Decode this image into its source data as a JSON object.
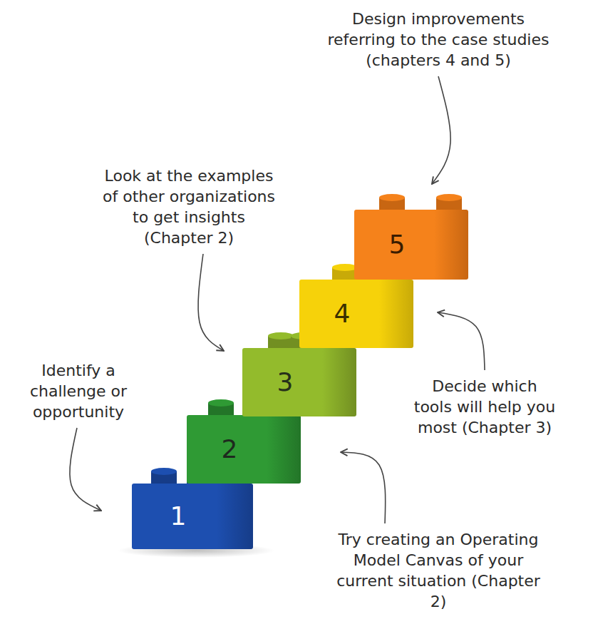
{
  "diagram": {
    "nodes": [
      {
        "text": [
          "1"
        ]
      },
      {
        "text": [
          "2"
        ]
      },
      {
        "text": [
          "3"
        ]
      },
      {
        "text": [
          "4"
        ]
      },
      {
        "text": [
          "5"
        ]
      }
    ],
    "labels": [
      "Design improvements referring to the case studies (chapters 4 and 5)",
      "Look at the examples of other organizations to get insights (Chapter 2)",
      "Identify a challenge or opportunity",
      "Decide which tools will help you most (Chapter 3)",
      "Try creating an Operating Model Canvas of your current situation (Chapter 2)"
    ]
  }
}
